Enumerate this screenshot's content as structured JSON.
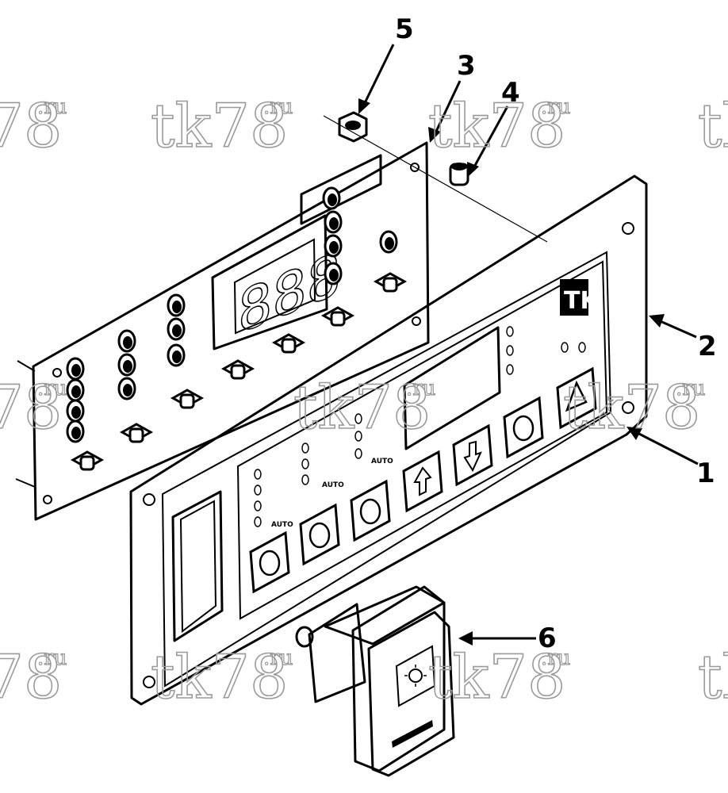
{
  "watermark": {
    "text": "tk78",
    "suffix": ".ru"
  },
  "callouts": [
    {
      "id": "1",
      "label": "1"
    },
    {
      "id": "2",
      "label": "2"
    },
    {
      "id": "3",
      "label": "3"
    },
    {
      "id": "4",
      "label": "4"
    },
    {
      "id": "5",
      "label": "5"
    },
    {
      "id": "6",
      "label": "6"
    }
  ],
  "panel": {
    "mode_label": "AUTO",
    "logo": "TK"
  }
}
